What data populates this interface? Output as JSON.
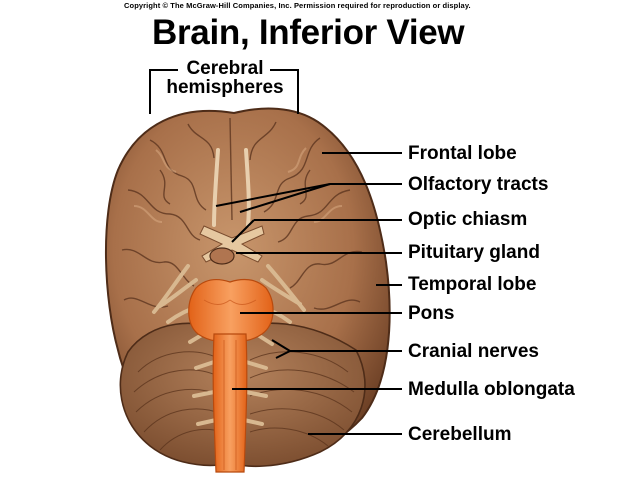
{
  "copyright": "Copyright © The McGraw-Hill Companies, Inc. Permission required for reproduction or display.",
  "title": "Brain, Inferior View",
  "hemispheres_label": {
    "line1": "Cerebral",
    "line2": "hemispheres"
  },
  "labels": {
    "frontal_lobe": "Frontal lobe",
    "olfactory_tracts": "Olfactory tracts",
    "optic_chiasm": "Optic chiasm",
    "pituitary_gland": "Pituitary gland",
    "temporal_lobe": "Temporal lobe",
    "pons": "Pons",
    "cranial_nerves": "Cranial nerves",
    "medulla_oblongata": "Medulla oblongata",
    "cerebellum": "Cerebellum"
  },
  "colors": {
    "cerebrum": "#a8704a",
    "cerebrum_light": "#c8966c",
    "cerebrum_dark": "#5e3620",
    "cerebellum": "#9a6a48",
    "brainstem": "#f07a2a",
    "brainstem_light": "#f8a060",
    "nerve": "#d8b890"
  }
}
